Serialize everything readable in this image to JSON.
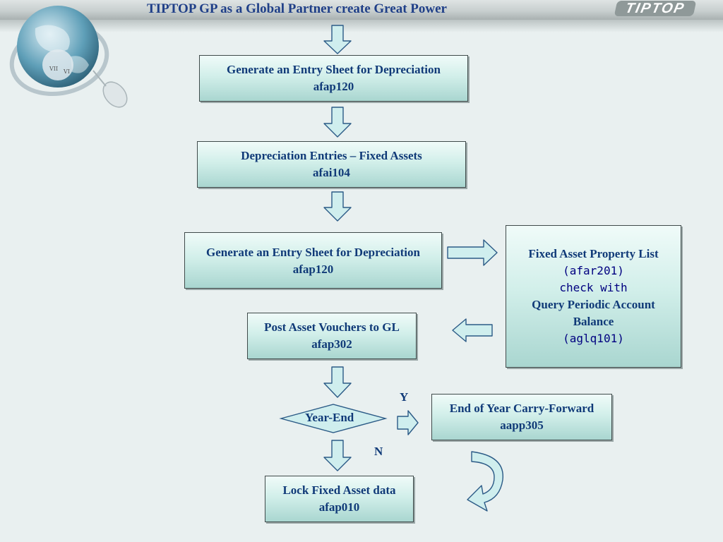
{
  "header": {
    "title": "TIPTOP GP as a Global Partner create Great Power",
    "logo_text": "TIPTOP"
  },
  "flow": {
    "step1": {
      "title": "Generate an Entry Sheet for Depreciation",
      "code": "afap120"
    },
    "step2": {
      "title": "Depreciation Entries – Fixed Assets",
      "code": "afai104"
    },
    "step3": {
      "title": "Generate an Entry Sheet for Depreciation",
      "code": "afap120"
    },
    "side_check": {
      "line1": "Fixed Asset Property List",
      "line2": "(afar201)",
      "line3": "check with",
      "line4": "Query Periodic Account",
      "line5": "Balance",
      "line6": "(aglq101)"
    },
    "step4": {
      "title": "Post Asset Vouchers to GL",
      "code": "afap302"
    },
    "decision": {
      "label": "Year-End",
      "yes": "Y",
      "no": "N"
    },
    "year_end": {
      "title": "End of Year Carry-Forward",
      "code": "aapp305"
    },
    "step5": {
      "title": "Lock Fixed Asset data",
      "code": "afap010"
    }
  },
  "colors": {
    "box_fill_top": "#f0fbf9",
    "box_fill_bottom": "#a9d6d0",
    "text": "#103a78",
    "arrow_outline": "#2b5a86"
  }
}
